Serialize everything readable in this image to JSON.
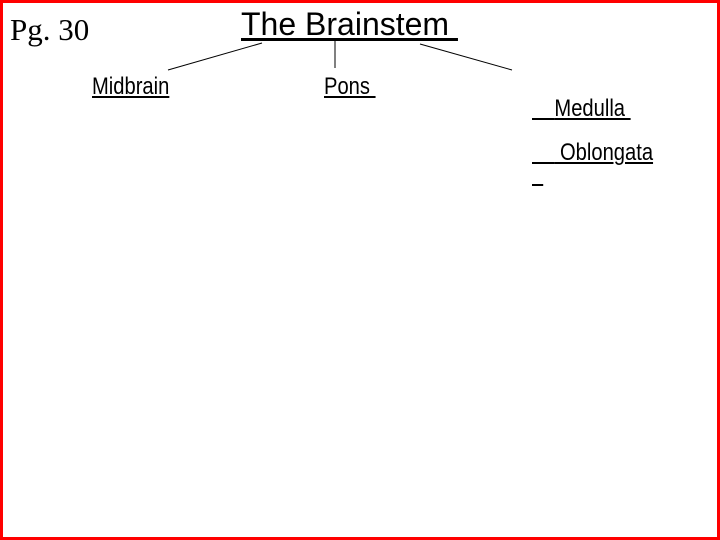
{
  "slide": {
    "page_number": "Pg. 30",
    "title": "The Brainstem ",
    "branches": {
      "midbrain": {
        "label": "Midbrain"
      },
      "pons": {
        "label": "Pons "
      },
      "medulla": {
        "line1": "Medulla ",
        "line2": " Oblongata"
      }
    },
    "colors": {
      "background": "#ffffff",
      "text": "#000000",
      "connector_line": "#000000",
      "frame_border": "#ff0000"
    }
  }
}
